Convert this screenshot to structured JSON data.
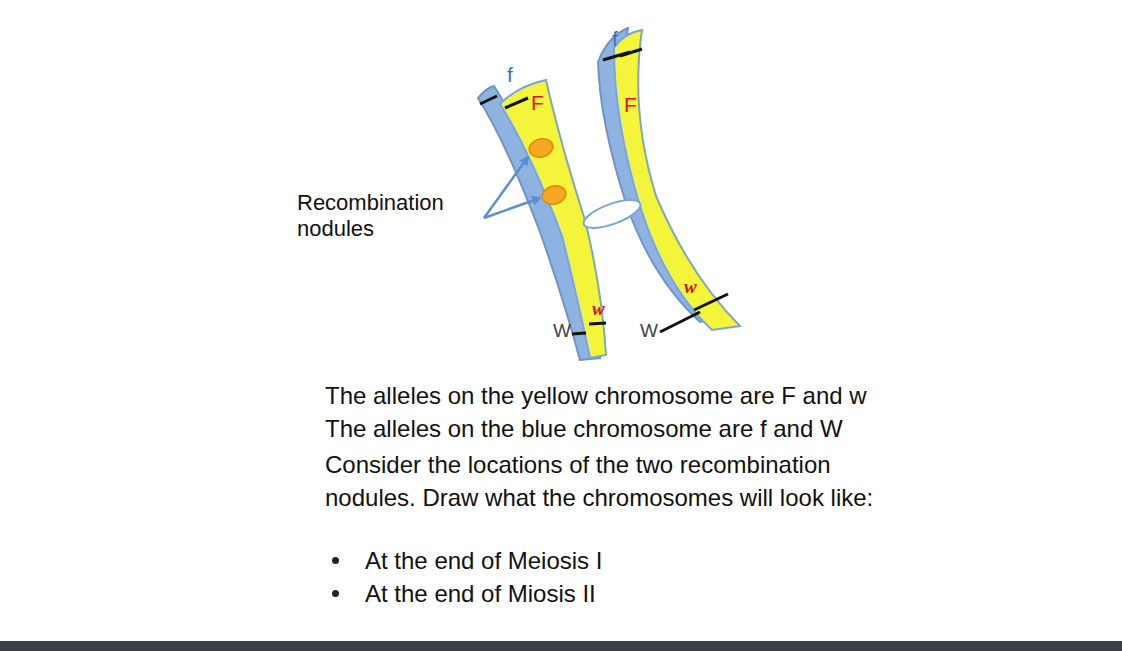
{
  "diagram": {
    "labels": [
      "f",
      "F",
      "f",
      "F",
      "W",
      "w",
      "W",
      "w",
      "Recombination nodules",
      "The alleles on the yellow chromosome are F and w",
      "The alleles on the blue chromosome are f and W",
      "Consider the locations of the two recombination nodules. Draw what the chromosomes will look like:",
      "At the end of Meiosis I",
      "At the end of Miosis II"
    ]
  }
}
